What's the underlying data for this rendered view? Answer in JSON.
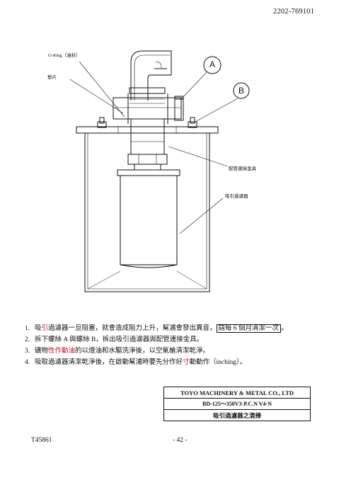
{
  "document_number": "2202-769101",
  "drawing": {
    "callouts": {
      "oring": "O-Ring（油封）",
      "gasket": "墊片",
      "marker_a": "A",
      "marker_b": "B",
      "pipe_fitting": "配管連接金具",
      "suction_filter": "吸引過濾器"
    }
  },
  "instructions": [
    {
      "num": "1.",
      "parts": [
        {
          "text": "吸",
          "style": ""
        },
        {
          "text": "引",
          "style": "red"
        },
        {
          "text": "過濾器一旦阻塞，就會造成阻力上升，幫浦會發出異音，",
          "style": ""
        },
        {
          "text": "請每 6 個月清潔一次",
          "style": "boxed"
        },
        {
          "text": "。",
          "style": ""
        }
      ]
    },
    {
      "num": "2.",
      "parts": [
        {
          "text": "拆下螺絲 A 與螺絲 B，拆出吸引過濾器與配管連接金具。",
          "style": ""
        }
      ]
    },
    {
      "num": "3.",
      "parts": [
        {
          "text": "礦物",
          "style": ""
        },
        {
          "text": "性作動油",
          "style": "red"
        },
        {
          "text": "的以燈油和水驅洗淨後，以空氣槍清潔乾淨。",
          "style": ""
        }
      ]
    },
    {
      "num": "4.",
      "parts": [
        {
          "text": "吸取過濾器清潔乾淨後，在啟動幫浦時要先分作好",
          "style": ""
        },
        {
          "text": "寸",
          "style": "red"
        },
        {
          "text": "動動作（inching）。",
          "style": ""
        }
      ]
    }
  ],
  "title_block": {
    "company": "TOYO MACHINERY & METAL CO., LTD",
    "model": "BD-125～350V3-P.C.N V4-N",
    "title": "吸引過濾器之清掃"
  },
  "footer": {
    "doc_code": "T45861",
    "page": "- 42 -"
  },
  "colors": {
    "highlight_red": "#c8102e",
    "line": "#111111"
  }
}
